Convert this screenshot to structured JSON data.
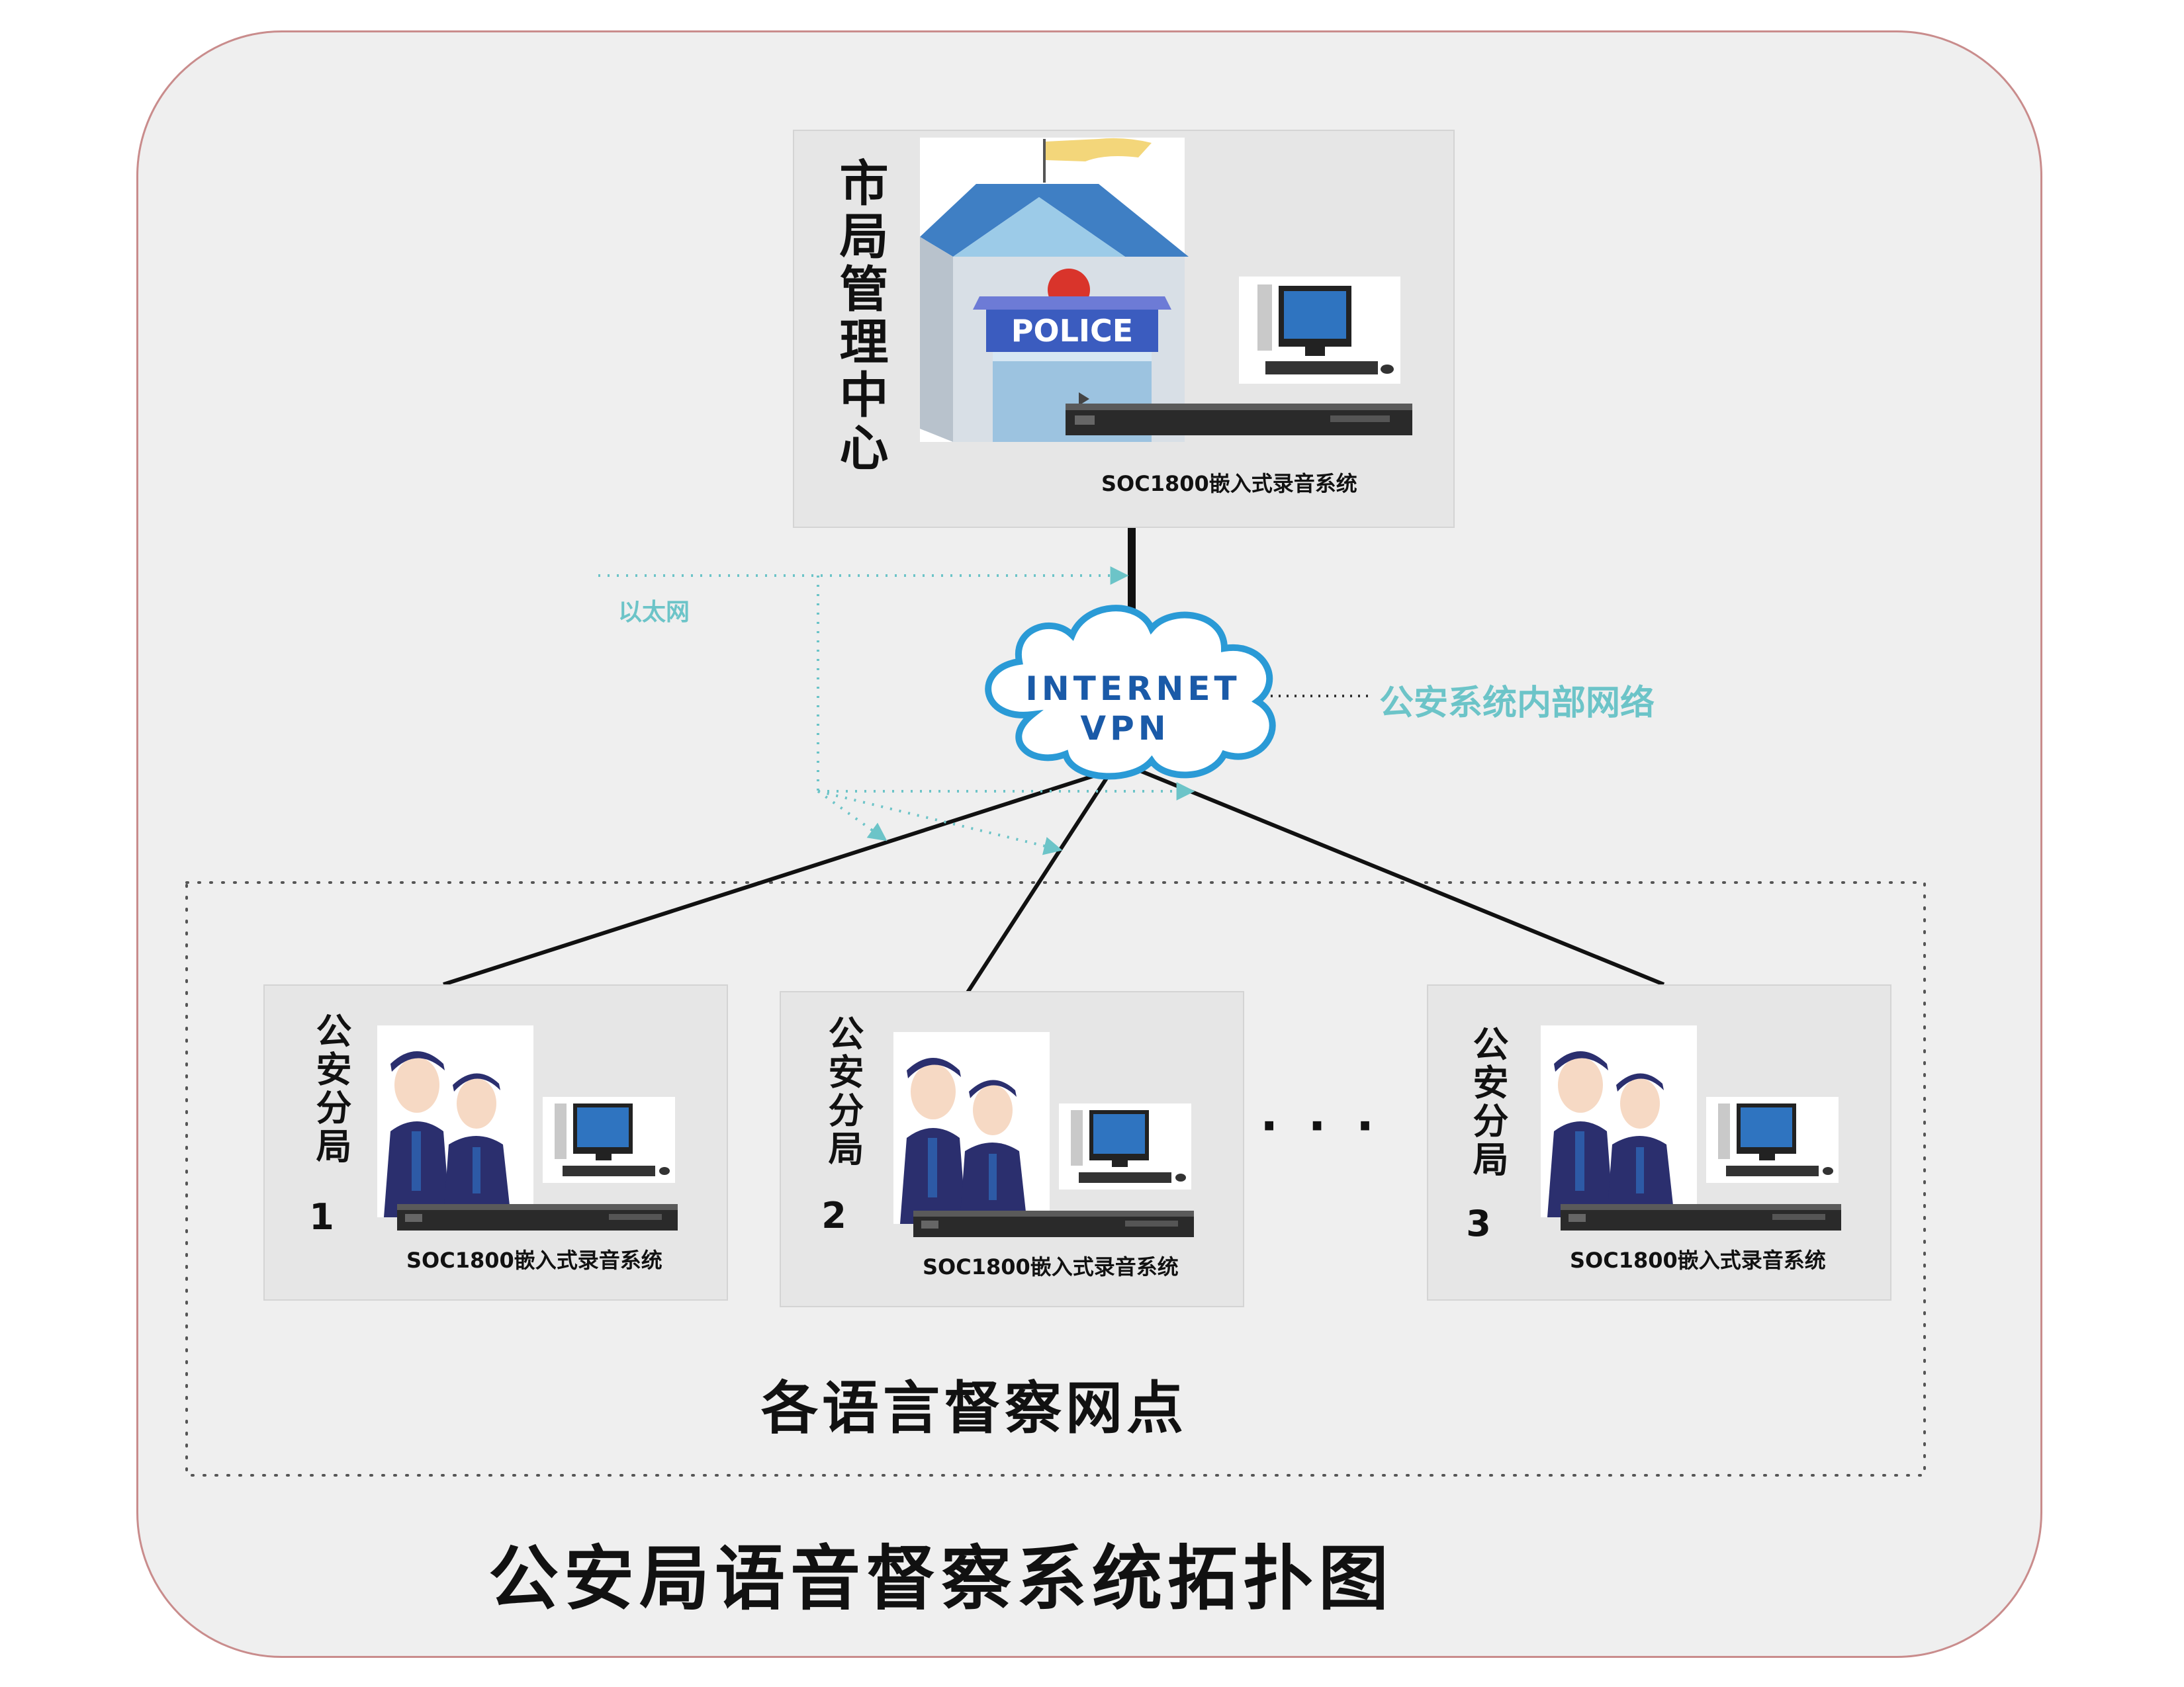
{
  "headquarters": {
    "name": "市局管理中心",
    "building_sign": "POLICE",
    "device_caption": "SOC1800嵌入式录音系统"
  },
  "network": {
    "cloud_line1": "INTERNET",
    "cloud_line2": "VPN",
    "internal_label": "公安系统内部网络",
    "ethernet_label": "以太网"
  },
  "branches": [
    {
      "name": "公安分局",
      "number": "1",
      "device_caption": "SOC1800嵌入式录音系统"
    },
    {
      "name": "公安分局",
      "number": "2",
      "device_caption": "SOC1800嵌入式录音系统"
    },
    {
      "name": "公安分局",
      "number": "3",
      "device_caption": "SOC1800嵌入式录音系统"
    }
  ],
  "ellipsis": "· · ·",
  "group_label": "各语言督察网点",
  "diagram_title": "公安局语音督察系统拓扑图",
  "colors": {
    "frame_border": "#c98c8c",
    "teal": "#6cc4c8",
    "cloud_stroke": "#2a9ad6",
    "cloud_text": "#1a5aa8",
    "police_blue": "#3b5cbf",
    "uniform": "#2b2f6e"
  }
}
